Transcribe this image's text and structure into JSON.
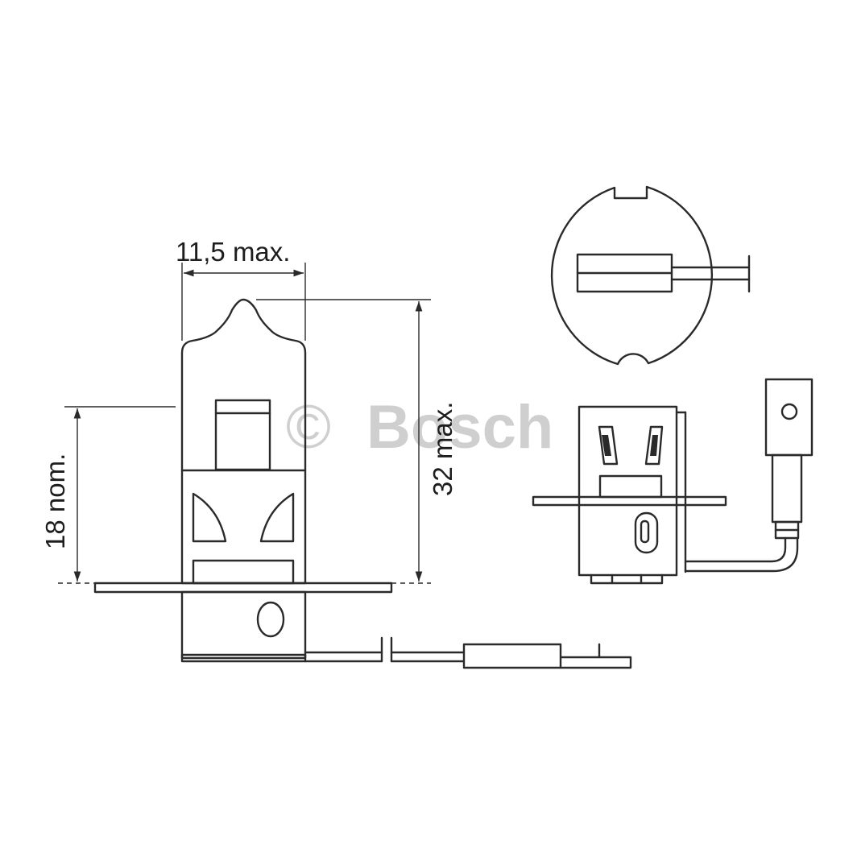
{
  "dimensions": {
    "width_label": "11,5 max.",
    "height_label": "32 max.",
    "light_center_label": "18 nom."
  },
  "watermark": {
    "copyright_symbol": "©",
    "brand": "Bosch"
  },
  "colors": {
    "line": "#2a2a2a",
    "watermark": "#cfcfcf",
    "background": "#ffffff"
  }
}
